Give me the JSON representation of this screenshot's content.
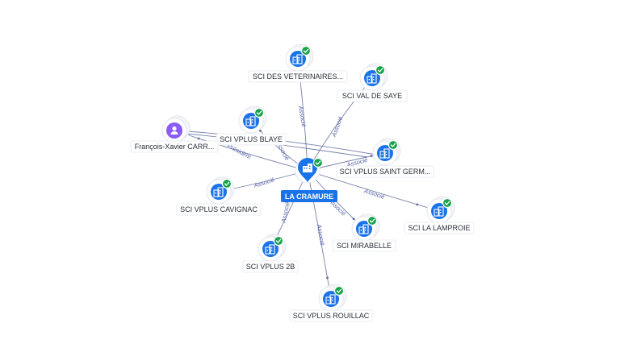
{
  "center": {
    "label": "LA CRAMURE",
    "icon": "building-icon"
  },
  "nodes": [
    {
      "id": "n1",
      "label": "SCI DES VETERINAIRES...",
      "type": "company",
      "icon": "building-icon",
      "verified": true
    },
    {
      "id": "n2",
      "label": "SCI VAL DE SAYE",
      "type": "company",
      "icon": "building-icon",
      "verified": true
    },
    {
      "id": "n3",
      "label": "SCI VPLUS BLAYE",
      "type": "company",
      "icon": "building-icon",
      "verified": true
    },
    {
      "id": "n4",
      "label": "François-Xavier CARR...",
      "type": "person",
      "icon": "person-icon",
      "verified": false
    },
    {
      "id": "n5",
      "label": "SCI VPLUS SAINT GERM...",
      "type": "company",
      "icon": "building-icon",
      "verified": true
    },
    {
      "id": "n6",
      "label": "SCI VPLUS CAVIGNAC",
      "type": "company",
      "icon": "building-icon",
      "verified": true
    },
    {
      "id": "n7",
      "label": "SCI LA LAMPROIE",
      "type": "company",
      "icon": "building-icon",
      "verified": true
    },
    {
      "id": "n8",
      "label": "SCI MIRABELLE",
      "type": "company",
      "icon": "building-icon",
      "verified": true
    },
    {
      "id": "n9",
      "label": "SCI VPLUS 2B",
      "type": "company",
      "icon": "building-icon",
      "verified": true
    },
    {
      "id": "n10",
      "label": "SCI VPLUS ROUILLAC",
      "type": "company",
      "icon": "building-icon",
      "verified": true
    }
  ],
  "edges": [
    {
      "to": "n1",
      "label": "Associé"
    },
    {
      "to": "n2",
      "label": "Associé"
    },
    {
      "to": "n3",
      "label": "Associé"
    },
    {
      "to": "n4",
      "label": "Président"
    },
    {
      "to": "n5",
      "label": "Associé"
    },
    {
      "to": "n6",
      "label": "Associé"
    },
    {
      "to": "n7",
      "label": "Associé"
    },
    {
      "to": "n8",
      "label": "Associé"
    },
    {
      "to": "n9",
      "label": "Associé"
    },
    {
      "to": "n10",
      "label": "Associé"
    }
  ],
  "colors": {
    "accent": "#1a73e8",
    "verified": "#16a34a",
    "person": "#8b5cf6",
    "edge": "#5f6b9c"
  }
}
